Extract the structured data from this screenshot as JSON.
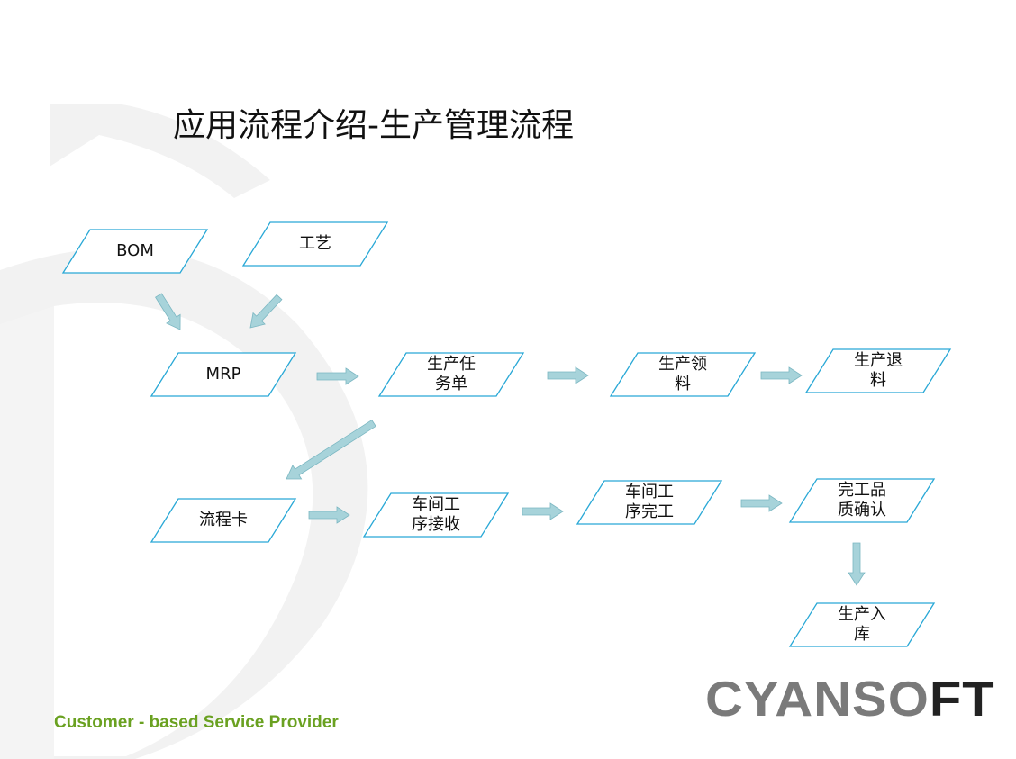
{
  "slide": {
    "title": "应用流程介绍-生产管理流程",
    "tagline": "Customer - based Service Provider",
    "logo": {
      "part1": "CYANS",
      "part2": "O",
      "part3": "FT",
      "color_main": "#7a7a7a",
      "color_accent": "#222222"
    }
  },
  "diagram": {
    "colors": {
      "node_border": "#29a8d6",
      "arrow_fill": "#a7d3da",
      "arrow_stroke": "#7bb7c2"
    },
    "nodes": [
      {
        "id": "bom",
        "label": "BOM"
      },
      {
        "id": "craft",
        "label": "工艺"
      },
      {
        "id": "mrp",
        "label": "MRP"
      },
      {
        "id": "task",
        "label": "生产任\n务单"
      },
      {
        "id": "pick",
        "label": "生产领\n料"
      },
      {
        "id": "return",
        "label": "生产退\n料"
      },
      {
        "id": "card",
        "label": "流程卡"
      },
      {
        "id": "receive",
        "label": "车间工\n序接收"
      },
      {
        "id": "complete",
        "label": "车间工\n序完工"
      },
      {
        "id": "qc",
        "label": "完工品\n质确认"
      },
      {
        "id": "stockin",
        "label": "生产入\n库"
      }
    ],
    "edges": [
      {
        "from": "bom",
        "to": "mrp"
      },
      {
        "from": "craft",
        "to": "mrp"
      },
      {
        "from": "mrp",
        "to": "task"
      },
      {
        "from": "task",
        "to": "pick"
      },
      {
        "from": "pick",
        "to": "return"
      },
      {
        "from": "mrp",
        "to": "card"
      },
      {
        "from": "card",
        "to": "receive"
      },
      {
        "from": "receive",
        "to": "complete"
      },
      {
        "from": "complete",
        "to": "qc"
      },
      {
        "from": "qc",
        "to": "stockin"
      }
    ]
  }
}
